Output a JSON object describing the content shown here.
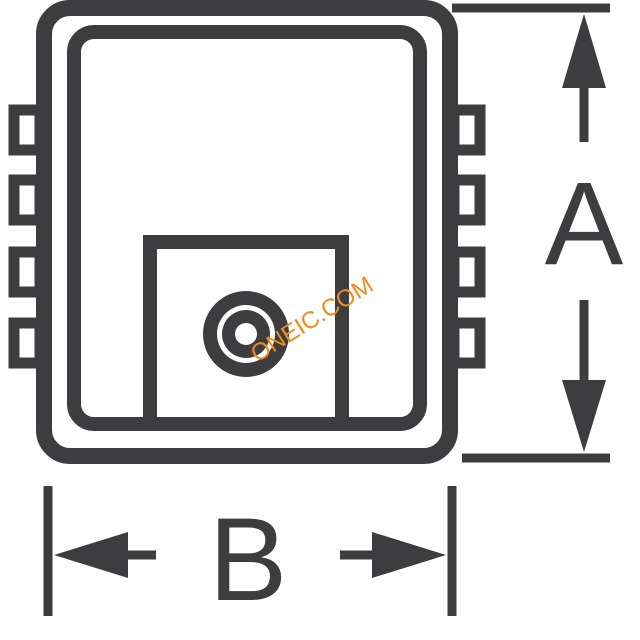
{
  "labels": {
    "dimension_a": "A",
    "dimension_b": "B"
  },
  "watermark": {
    "text": "ONEIC.COM"
  },
  "colors": {
    "stroke": "#3d3d3f",
    "watermark": "#f28a1e",
    "background": "#ffffff"
  }
}
